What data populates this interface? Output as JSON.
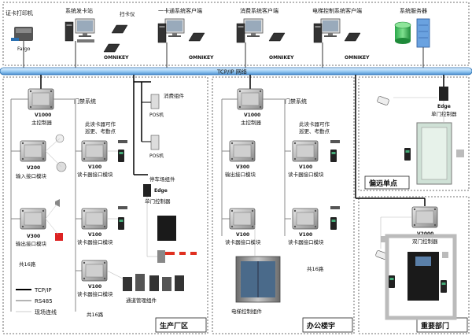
{
  "network": {
    "label": "TCP/IP 网络"
  },
  "top_stations": {
    "card_printer": "证卡打印机",
    "card_printer_brand": "Fargo",
    "issue_station": "系统发卡站",
    "scanner": "扫卡仪",
    "reader_brand": "OMNIKEY",
    "one_card_client": "一卡通系统客户端",
    "consumption_client": "消费系统客户端",
    "elevator_client": "电梯控制系统客户端",
    "server": "系统服务器"
  },
  "factory": {
    "area_label": "生产厂区",
    "door_system": "门禁系统",
    "main_ctrl_model": "V1000",
    "main_ctrl_name": "主控制器",
    "reader_note_1": "此读卡器可作",
    "reader_note_2": "巡更、考勤点",
    "v200_model": "V200",
    "v200_name": "输入接口模块",
    "v300_model": "V300",
    "v300_name": "输出接口模块",
    "v100_model": "V100",
    "v100_name": "读卡器接口模块",
    "total_16": "共16路",
    "consumption_comp": "消费组件",
    "pos": "POS机",
    "parking_comp": "停车场组件",
    "edge_model": "Edge",
    "edge_name": "单门控制器",
    "channel_comp": "通道管理组件"
  },
  "office": {
    "area_label": "办公楼宇",
    "door_system": "门禁系统",
    "main_ctrl_model": "V1000",
    "main_ctrl_name": "主控制器",
    "reader_note_1": "此读卡器可作",
    "reader_note_2": "巡更、考勤点",
    "v300_model": "V300",
    "v300_name": "输出接口模块",
    "v100_model": "V100",
    "v100_name": "读卡器接口模块",
    "total_16": "共16路",
    "elevator_comp": "电梯控制组件"
  },
  "remote": {
    "area_label": "偏远单点",
    "edge_model": "Edge",
    "edge_name": "单门控制器"
  },
  "important": {
    "area_label": "重要部门",
    "v2000_model": "V2000",
    "v2000_name": "双门控制器"
  },
  "legend": {
    "tcpip": "TCP/IP",
    "rs485": "RS485",
    "field": "现场连线"
  }
}
